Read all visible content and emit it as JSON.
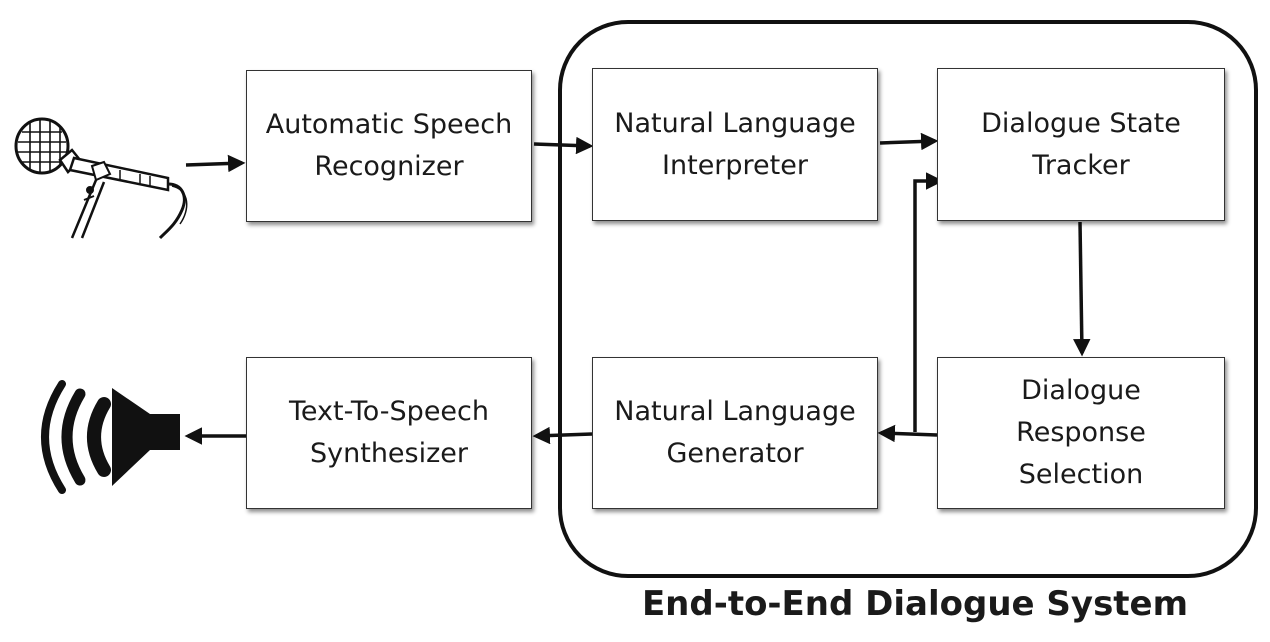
{
  "diagram": {
    "system_title": "End-to-End Dialogue System",
    "nodes": {
      "asr": [
        "Automatic Speech",
        "Recognizer"
      ],
      "nli": [
        "Natural Language",
        "Interpreter"
      ],
      "dst": [
        "Dialogue State",
        "Tracker"
      ],
      "tts": [
        "Text-To-Speech",
        "Synthesizer"
      ],
      "nlg": [
        "Natural Language",
        "Generator"
      ],
      "drs": [
        "Dialogue",
        "Response",
        "Selection"
      ]
    },
    "edges": [
      [
        "microphone",
        "asr"
      ],
      [
        "asr",
        "nli"
      ],
      [
        "nli",
        "dst"
      ],
      [
        "dst",
        "drs"
      ],
      [
        "drs",
        "nlg"
      ],
      [
        "drs",
        "dst"
      ],
      [
        "nlg",
        "tts"
      ],
      [
        "tts",
        "speaker"
      ]
    ],
    "icons": {
      "input": "microphone-icon",
      "output": "speaker-icon"
    }
  }
}
